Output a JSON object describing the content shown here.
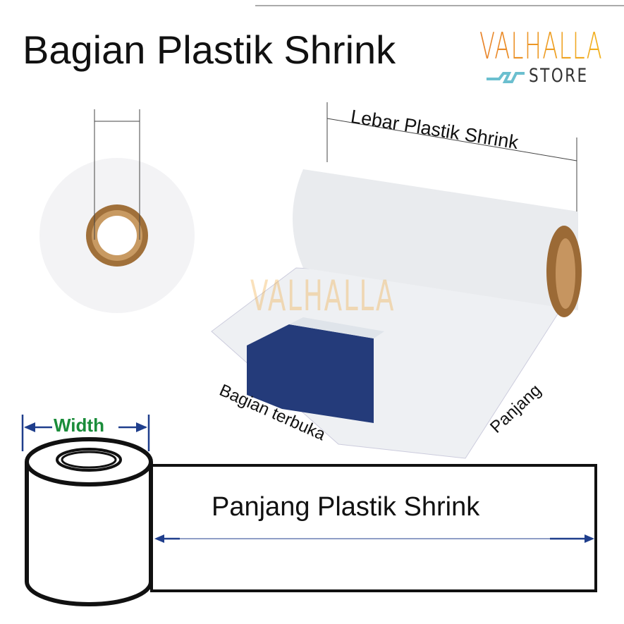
{
  "title": "Bagian Plastik Shrink",
  "logo": {
    "brand": "VALHALLA",
    "sub": "STORE",
    "accent": "#f0a020"
  },
  "labels": {
    "lebar": "Lebar Plastik Shrink",
    "terbuka": "Bagian terbuka",
    "panjang": "Panjang",
    "width": "Width",
    "panjang_long": "Panjang Plastik Shrink"
  },
  "colors": {
    "arrow": "#1f3e8c",
    "width_text": "#1a8c3a",
    "core": "#a0703a"
  }
}
